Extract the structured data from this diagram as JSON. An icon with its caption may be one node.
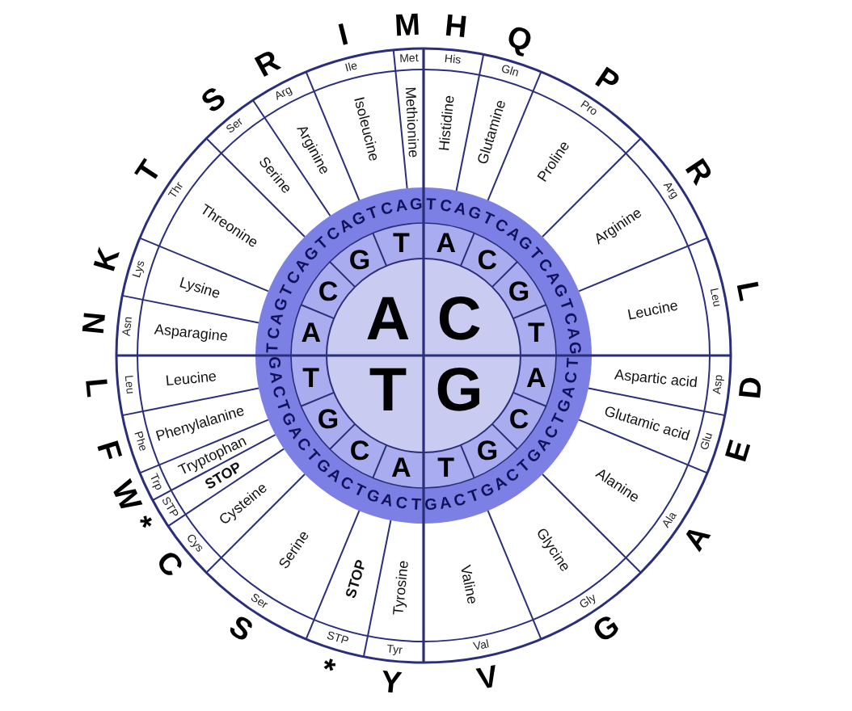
{
  "diagram": {
    "nodes": [
      {
        "text": [
          "C"
        ]
      },
      {
        "text": [
          "G"
        ]
      },
      {
        "text": [
          "T"
        ]
      },
      {
        "text": [
          "A"
        ]
      },
      {
        "text": [
          "A"
        ]
      },
      {
        "text": [
          "C"
        ]
      },
      {
        "text": [
          "G"
        ]
      },
      {
        "text": [
          "T"
        ]
      },
      {
        "text": [
          "A"
        ]
      },
      {
        "text": [
          "C"
        ]
      },
      {
        "text": [
          "G"
        ]
      },
      {
        "text": [
          "T"
        ]
      },
      {
        "text": [
          "A"
        ]
      },
      {
        "text": [
          "C"
        ]
      },
      {
        "text": [
          "G"
        ]
      },
      {
        "text": [
          "T"
        ]
      },
      {
        "text": [
          "A"
        ]
      },
      {
        "text": [
          "C"
        ]
      },
      {
        "text": [
          "G"
        ]
      },
      {
        "text": [
          "T"
        ]
      },
      {
        "text": [
          "T",
          "C",
          "A",
          "G"
        ]
      },
      {
        "text": [
          "T",
          "C",
          "A",
          "G"
        ]
      },
      {
        "text": [
          "T",
          "C",
          "A",
          "G"
        ]
      },
      {
        "text": [
          "T",
          "C",
          "A",
          "G"
        ]
      },
      {
        "text": [
          "T",
          "C",
          "A",
          "G"
        ]
      },
      {
        "text": [
          "T",
          "C",
          "A",
          "G"
        ]
      },
      {
        "text": [
          "T",
          "C",
          "A",
          "G"
        ]
      },
      {
        "text": [
          "T",
          "C",
          "A",
          "G"
        ]
      },
      {
        "text": [
          "T",
          "C",
          "A",
          "G"
        ]
      },
      {
        "text": [
          "T",
          "C",
          "A",
          "G"
        ]
      },
      {
        "text": [
          "T",
          "C",
          "A",
          "G"
        ]
      },
      {
        "text": [
          "T",
          "C",
          "A",
          "G"
        ]
      },
      {
        "text": [
          "T",
          "C",
          "A",
          "G"
        ]
      },
      {
        "text": [
          "T",
          "C",
          "A",
          "G"
        ]
      },
      {
        "text": [
          "T",
          "C",
          "A",
          "G"
        ]
      },
      {
        "text": [
          "T",
          "C",
          "A",
          "G"
        ]
      },
      {
        "text": [
          "Histidine"
        ]
      },
      {
        "text": [
          "Glutamine"
        ]
      },
      {
        "text": [
          "Proline"
        ]
      },
      {
        "text": [
          "Arginine"
        ]
      },
      {
        "text": [
          "Leucine"
        ]
      },
      {
        "text": [
          "Aspartic acid"
        ]
      },
      {
        "text": [
          "Glutamic acid"
        ]
      },
      {
        "text": [
          "Alanine"
        ]
      },
      {
        "text": [
          "Glycine"
        ]
      },
      {
        "text": [
          "Valine"
        ]
      },
      {
        "text": [
          "Tyrosine"
        ]
      },
      {
        "text": [
          "STOP"
        ]
      },
      {
        "text": [
          "Serine"
        ]
      },
      {
        "text": [
          "Cysteine"
        ]
      },
      {
        "text": [
          "STOP"
        ]
      },
      {
        "text": [
          "Tryptophan"
        ]
      },
      {
        "text": [
          "Phenylalanine"
        ]
      },
      {
        "text": [
          "Leucine"
        ]
      },
      {
        "text": [
          "Asparagine"
        ]
      },
      {
        "text": [
          "Lysine"
        ]
      },
      {
        "text": [
          "Threonine"
        ]
      },
      {
        "text": [
          "Serine"
        ]
      },
      {
        "text": [
          "Arginine"
        ]
      },
      {
        "text": [
          "Isoleucine"
        ]
      },
      {
        "text": [
          "Methionine"
        ]
      },
      {
        "text": [
          "His"
        ]
      },
      {
        "text": [
          "Gln"
        ]
      },
      {
        "text": [
          "Pro"
        ]
      },
      {
        "text": [
          "Arg"
        ]
      },
      {
        "text": [
          "Leu"
        ]
      },
      {
        "text": [
          "Asp"
        ]
      },
      {
        "text": [
          "Glu"
        ]
      },
      {
        "text": [
          "Ala"
        ]
      },
      {
        "text": [
          "Gly"
        ]
      },
      {
        "text": [
          "Val"
        ]
      },
      {
        "text": [
          "Tyr"
        ]
      },
      {
        "text": [
          "STP"
        ]
      },
      {
        "text": [
          "Ser"
        ]
      },
      {
        "text": [
          "Cys"
        ]
      },
      {
        "text": [
          "STP"
        ]
      },
      {
        "text": [
          "Trp"
        ]
      },
      {
        "text": [
          "Phe"
        ]
      },
      {
        "text": [
          "Leu"
        ]
      },
      {
        "text": [
          "Asn"
        ]
      },
      {
        "text": [
          "Lys"
        ]
      },
      {
        "text": [
          "Thr"
        ]
      },
      {
        "text": [
          "Ser"
        ]
      },
      {
        "text": [
          "Arg"
        ]
      },
      {
        "text": [
          "Ile"
        ]
      },
      {
        "text": [
          "Met"
        ]
      }
    ],
    "labels": [
      "H",
      "Q",
      "P",
      "R",
      "L",
      "D",
      "E",
      "A",
      "G",
      "V",
      "Y",
      "*",
      "S",
      "C",
      "*",
      "W",
      "F",
      "L",
      "N",
      "K",
      "T",
      "S",
      "R",
      "I",
      "M"
    ]
  }
}
